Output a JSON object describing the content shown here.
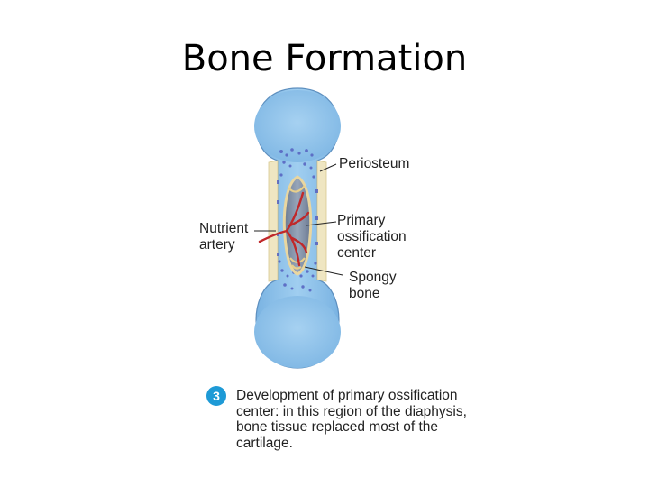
{
  "title": "Bone Formation",
  "labels": {
    "periosteum": "Periosteum",
    "primary_line1": "Primary",
    "primary_line2": "ossification",
    "primary_line3": "center",
    "nutrient_line1": "Nutrient",
    "nutrient_line2": "artery",
    "spongy_line1": "Spongy",
    "spongy_line2": "bone"
  },
  "step": {
    "number": "3",
    "caption": "Development of primary ossification center: in this region of the diaphysis, bone tissue replaced most of the cartilage."
  },
  "colors": {
    "cartilage": "#8fc3ea",
    "periosteum": "#efe6c2",
    "artery": "#c0282a",
    "calcified": "#5561c0",
    "cavity": "#7f8fa6",
    "badge": "#1e9ad6"
  }
}
